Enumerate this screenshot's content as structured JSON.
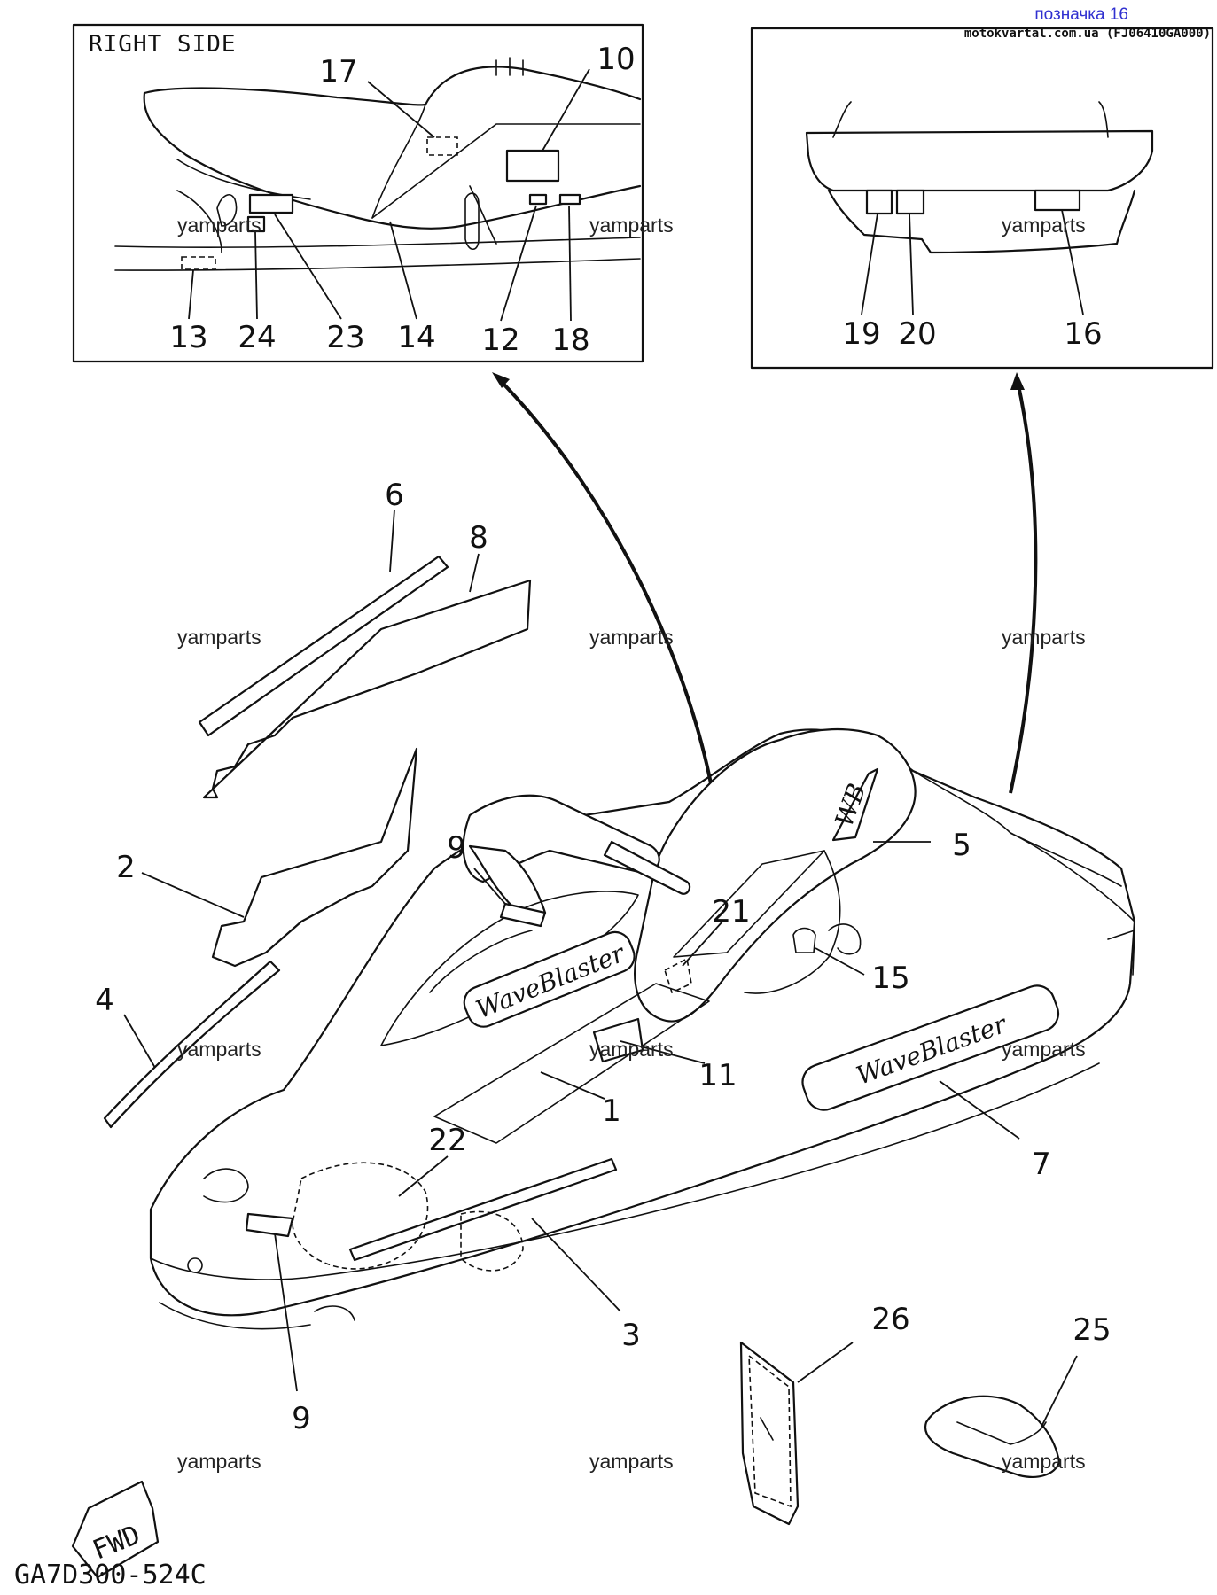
{
  "header": {
    "label": "позначка 16",
    "source": "motokvartal.com.ua (FJ06410GA000)"
  },
  "inset_right": {
    "title": "RIGHT SIDE",
    "callouts": [
      "17",
      "10",
      "13",
      "24",
      "23",
      "14",
      "12",
      "18"
    ]
  },
  "inset_rear": {
    "callouts": [
      "19",
      "20",
      "16"
    ]
  },
  "main_callouts": [
    "6",
    "8",
    "9",
    "5",
    "2",
    "21",
    "15",
    "4",
    "11",
    "1",
    "22",
    "7",
    "3",
    "9",
    "26",
    "25"
  ],
  "decal_text": {
    "wave_blaster": "WaveBlaster",
    "fwd": "FWD"
  },
  "watermark": "yamparts",
  "diagram_code": "GA7D300-524C"
}
